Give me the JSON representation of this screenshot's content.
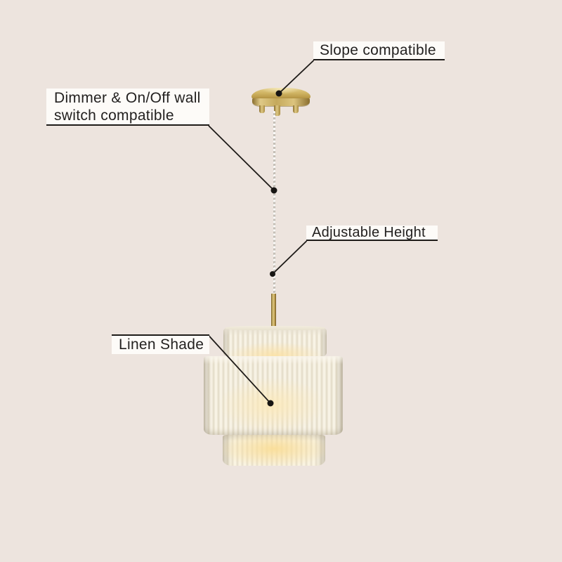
{
  "scene": {
    "background_color": "#EDE4DE",
    "connector_color": "#1E1B18",
    "label_background": "#FDFBF8",
    "label_text_color": "#232120",
    "brass_color": "#C9AD5E",
    "shade_color": "#F5EFE1",
    "glow_color": "#F9E6BD"
  },
  "callouts": {
    "slope": {
      "label": "Slope compatible"
    },
    "dimmer": {
      "line1": "Dimmer & On/Off wall",
      "line2": "switch compatible"
    },
    "adjustable": {
      "label": "Adjustable Height"
    },
    "linen": {
      "label": "Linen Shade"
    }
  }
}
